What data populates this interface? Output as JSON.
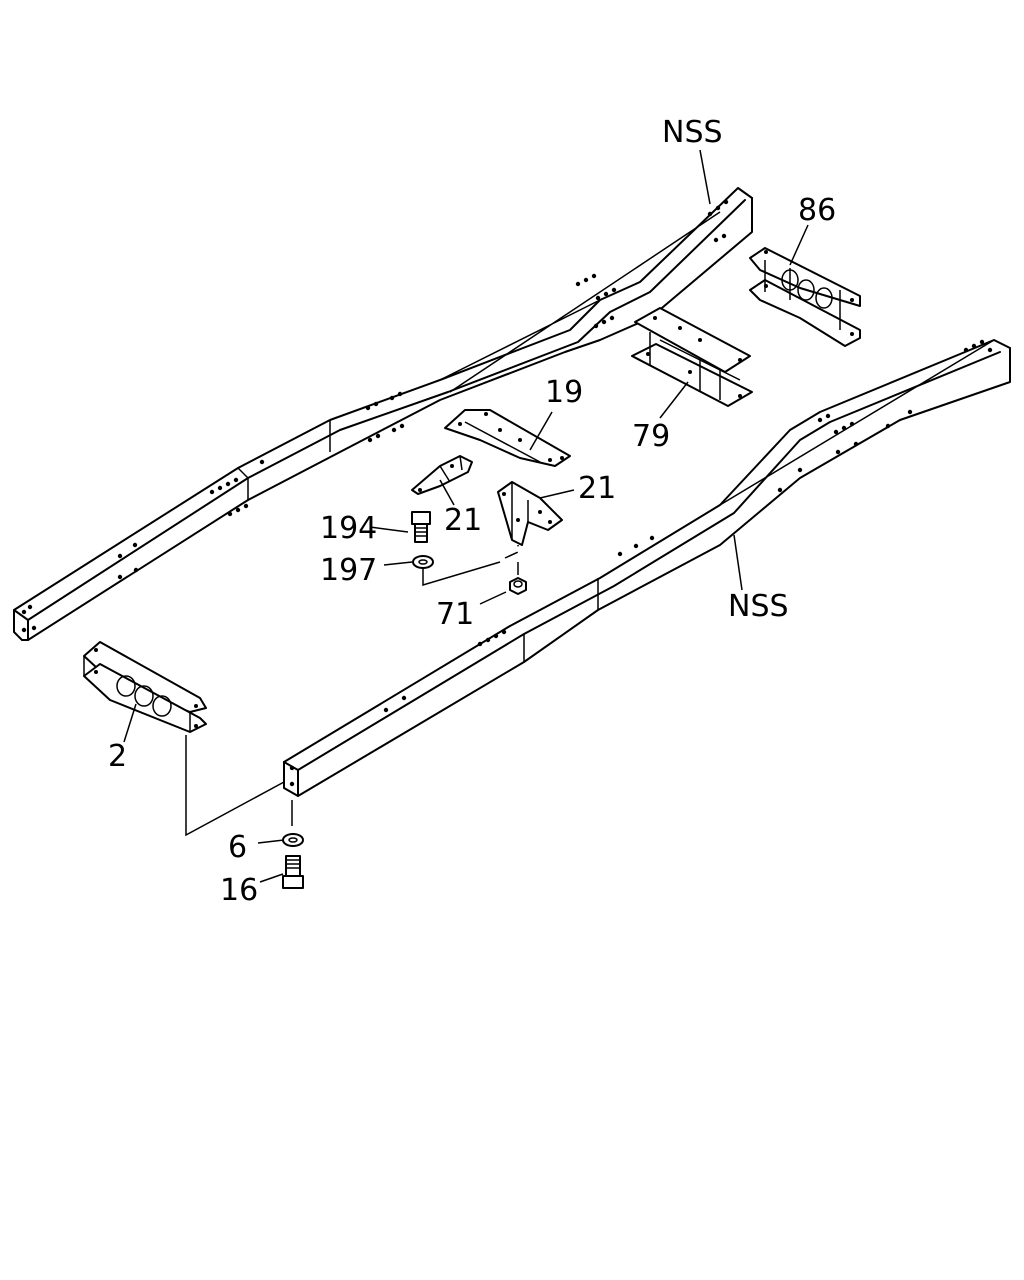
{
  "callouts": {
    "nss_top": "NSS",
    "nss_right": "NSS",
    "p86": "86",
    "p19": "19",
    "p79": "79",
    "p21a": "21",
    "p21b": "21",
    "p194": "194",
    "p197": "197",
    "p71": "71",
    "p2": "2",
    "p6": "6",
    "p16": "16"
  }
}
